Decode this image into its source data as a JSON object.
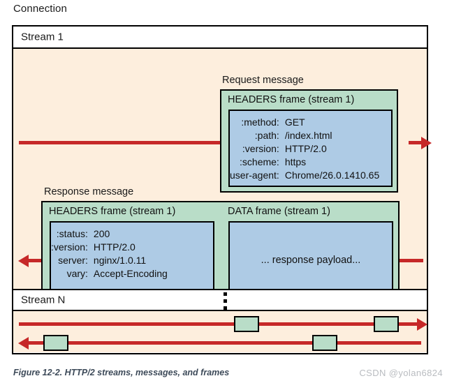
{
  "figure": {
    "connection_label": "Connection",
    "caption": "Figure 12-2. HTTP/2 streams, messages, and frames",
    "watermark": "CSDN @yolan6824"
  },
  "colors": {
    "frame_green": "#b9ddc8",
    "payload_blue": "#aecbe5",
    "panel_peach": "#fdeedd",
    "arrow_red": "#c62828",
    "border_black": "#000000",
    "caption_gray": "#3d4a59",
    "watermark_gray": "#b9bcc0"
  },
  "streams": [
    {
      "label": "Stream 1",
      "request": {
        "group_label": "Request message",
        "frame_title": "HEADERS frame (stream 1)",
        "fields": [
          {
            "key": ":method:",
            "value": "GET"
          },
          {
            "key": ":path:",
            "value": "/index.html"
          },
          {
            "key": ":version:",
            "value": "HTTP/2.0"
          },
          {
            "key": ":scheme:",
            "value": "https"
          },
          {
            "key": "user-agent:",
            "value": "Chrome/26.0.1410.65"
          }
        ]
      },
      "response": {
        "group_label": "Response message",
        "headers_frame": {
          "frame_title": "HEADERS frame (stream 1)",
          "fields": [
            {
              "key": ":status:",
              "value": "200"
            },
            {
              "key": ":version:",
              "value": "HTTP/2.0"
            },
            {
              "key": "server:",
              "value": "nginx/1.0.11"
            },
            {
              "key": "vary:",
              "value": "Accept-Encoding"
            },
            {
              "key": "...",
              "value": ""
            }
          ]
        },
        "data_frame": {
          "frame_title": "DATA frame (stream 1)",
          "payload_text": "... response payload..."
        }
      }
    },
    {
      "label": "Stream N",
      "ellipsis": "⋮",
      "outbound_frames": 2,
      "inbound_frames": 2
    }
  ]
}
